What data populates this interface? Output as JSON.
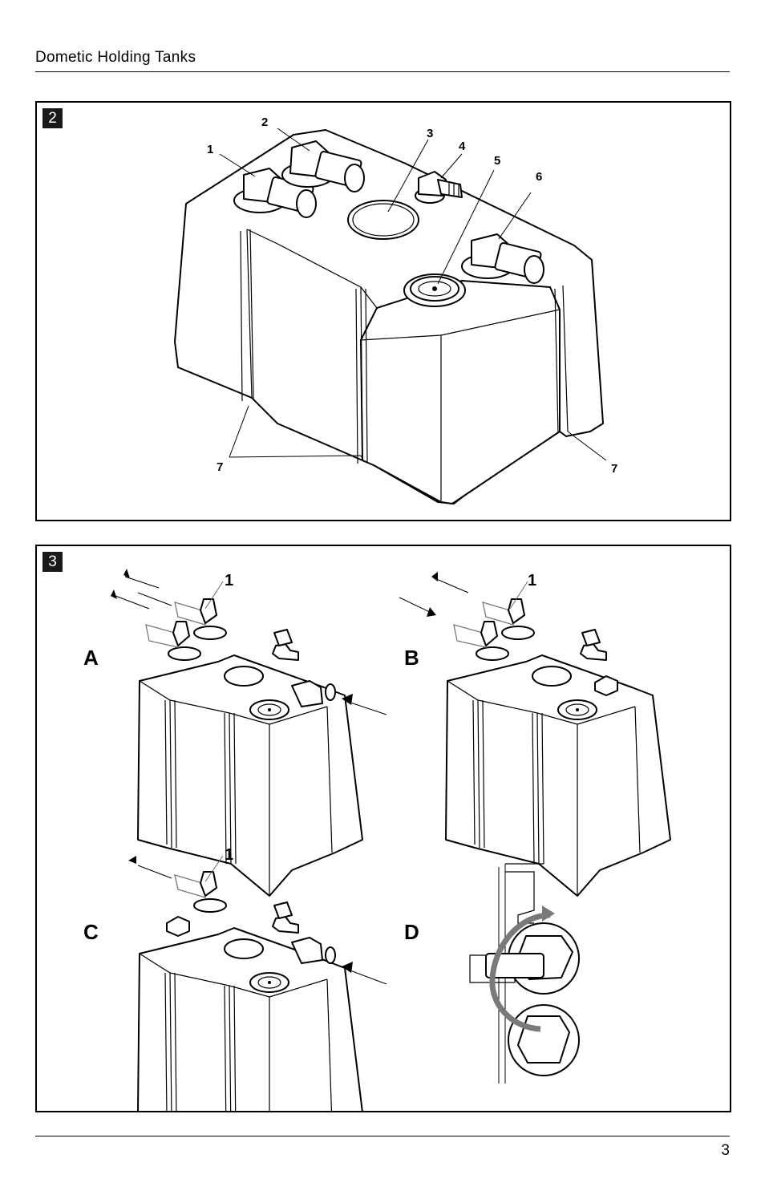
{
  "header": {
    "title": "Dometic Holding Tanks"
  },
  "footer": {
    "page_number": "3"
  },
  "figure2": {
    "number": "2",
    "callouts": [
      "1",
      "2",
      "3",
      "4",
      "5",
      "6",
      "7",
      "7"
    ]
  },
  "figure3": {
    "number": "3",
    "panels": [
      {
        "letter": "A",
        "callout": "1"
      },
      {
        "letter": "B",
        "callout": "1"
      },
      {
        "letter": "C",
        "callout": "1"
      },
      {
        "letter": "D"
      }
    ]
  }
}
